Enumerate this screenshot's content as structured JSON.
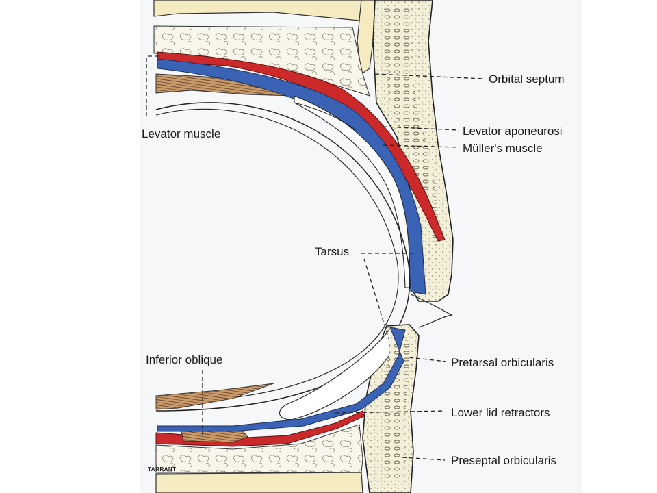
{
  "diagram": {
    "subject": "upper and lower eyelid anatomy",
    "colors": {
      "muller_muscle": "#3a63b5",
      "levator_aponeurosis": "#cc2a2a",
      "bone": "#f4ecc0",
      "fat": "#f7f4e6",
      "skin_orbicularis": "#f3efd8",
      "background_panel": "#f6f7f9"
    },
    "labels": {
      "orbital_septum": "Orbital septum",
      "levator_muscle": "Levator muscle",
      "levator_aponeurosis": "Levator aponeurosi",
      "mullers_muscle": "Müller's muscle",
      "tarsus": "Tarsus",
      "inferior_oblique": "Inferior oblique",
      "pretarsal_orbicularis": "Pretarsal orbicularis",
      "lower_lid_retractors": "Lower lid retractors",
      "preseptal_orbicularis": "Preseptal orbicularis"
    },
    "signature": "TARRANT"
  }
}
